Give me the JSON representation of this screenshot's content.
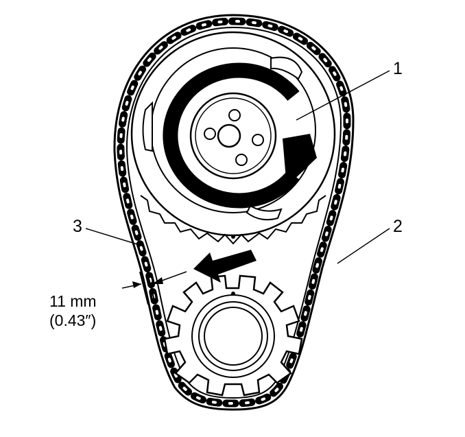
{
  "callouts": {
    "c1": "1",
    "c2": "2",
    "c3": "3"
  },
  "measurement": {
    "metric": "11 mm",
    "imperial": "(0.43″)"
  },
  "colors": {
    "ink": "#000000",
    "background": "#ffffff"
  }
}
